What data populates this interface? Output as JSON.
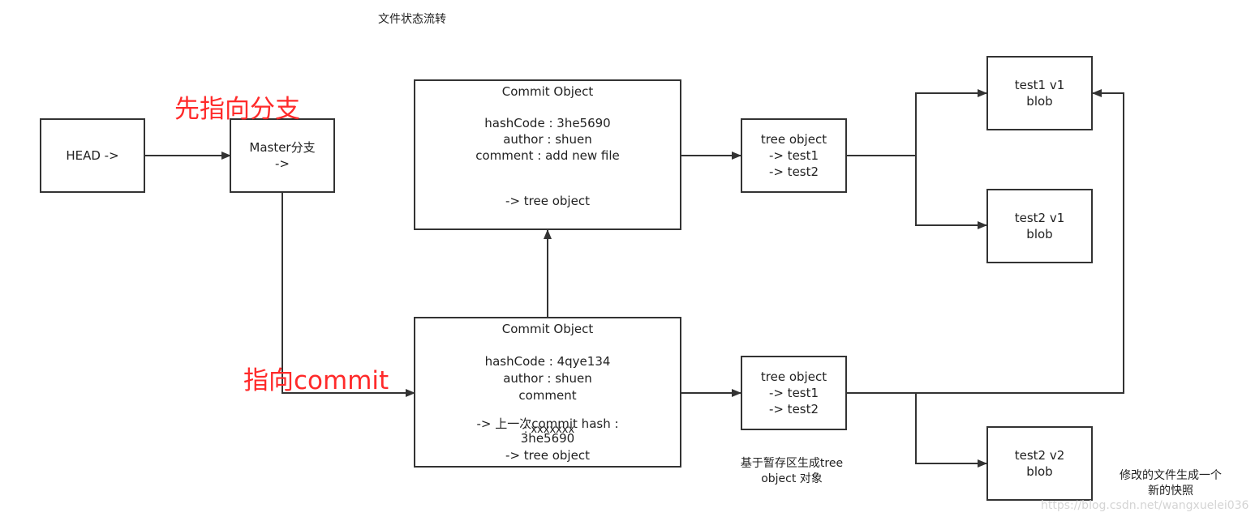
{
  "title": "文件状态流转",
  "nodes": {
    "head": {
      "lines": [
        "HEAD ->"
      ]
    },
    "master": {
      "lines": [
        "Master分支",
        "->"
      ]
    },
    "commit_top": {
      "header": "Commit Object",
      "lines": [
        "hashCode : 3he5690",
        "author : shuen",
        "comment :  add new file"
      ],
      "ref": "-> tree object"
    },
    "commit_bottom": {
      "header": "Commit Object",
      "lines": [
        "hashCode : 4qye134",
        "author : shuen",
        "comment"
      ],
      "parent": "-> 上一次commit hash :",
      "parent_overlap": ": xxxxxxx",
      "parent_hash": "3he5690",
      "ref": "-> tree object"
    },
    "tree_top": {
      "lines": [
        "tree object",
        "-> test1",
        " -> test2"
      ]
    },
    "tree_bottom": {
      "lines": [
        "tree object",
        "-> test1",
        "-> test2"
      ]
    },
    "blob_test1_v1": {
      "lines": [
        "test1 v1",
        "blob"
      ]
    },
    "blob_test2_v1": {
      "lines": [
        "test2 v1",
        "blob"
      ]
    },
    "blob_test2_v2": {
      "lines": [
        "test2 v2",
        "blob"
      ]
    }
  },
  "annotations": {
    "point_to_branch": "先指向分支",
    "point_to_commit": "指向commit",
    "tree_from_index_1": "基于暂存区生成tree",
    "tree_from_index_2": "object 对象",
    "snapshot_1": "修改的文件生成一个",
    "snapshot_2": "新的快照"
  },
  "watermark": "https://blog.csdn.net/wangxuelei036",
  "colors": {
    "annotation": "#ff2a2a",
    "stroke": "#333333"
  }
}
